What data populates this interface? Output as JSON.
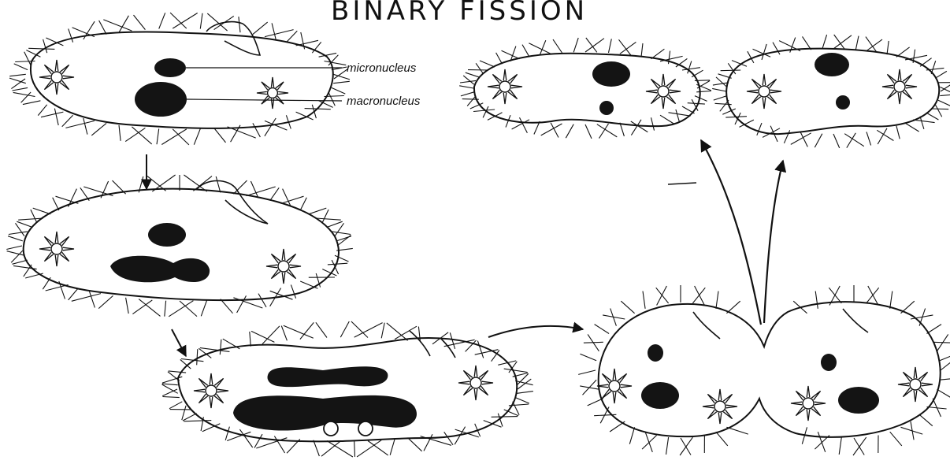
{
  "diagram": {
    "title": "BINARY FISSION",
    "labels": {
      "micronucleus": "micronucleus",
      "macronucleus": "macronucleus"
    },
    "colors": {
      "ink": "#111111",
      "nucleus": "#141414",
      "background": "#ffffff"
    }
  }
}
